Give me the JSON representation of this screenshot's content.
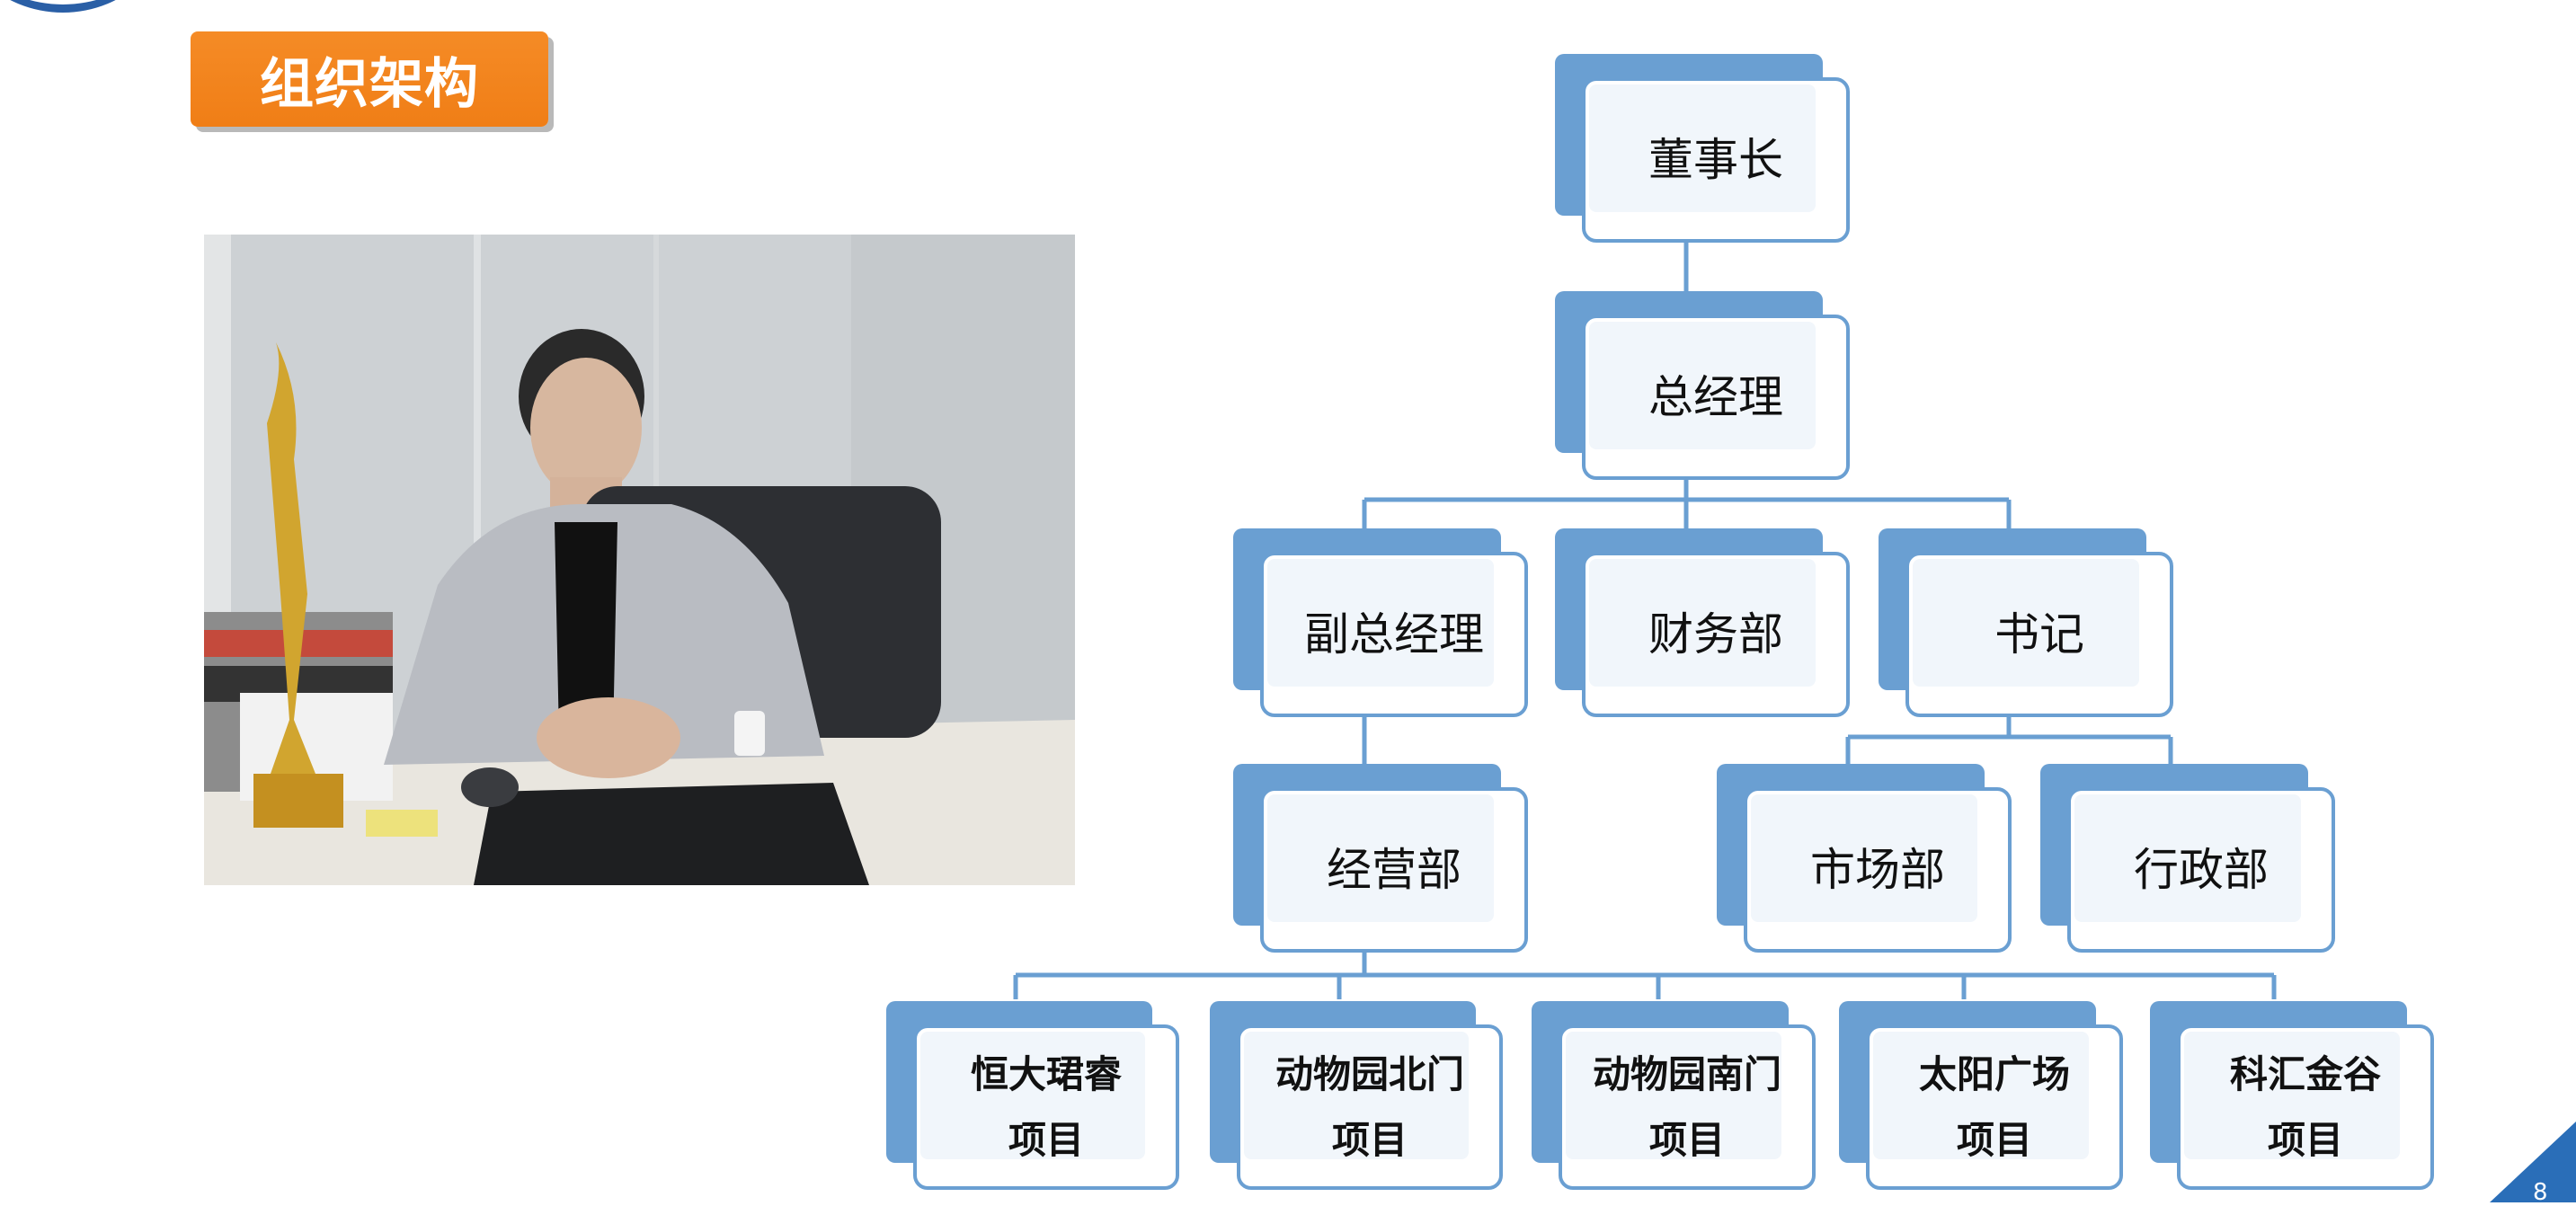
{
  "slide": {
    "title": "组织架构",
    "page_number": "8",
    "accent_color": "#f0801a",
    "diagram_color": "#6a9fd2"
  },
  "photo": {
    "description_icon": "photo-executive-at-desk"
  },
  "org": {
    "chairman": "董事长",
    "general_manager": "总经理",
    "deputy_gm": "副总经理",
    "finance": "财务部",
    "secretary": "书记",
    "operations": "经营部",
    "marketing": "市场部",
    "admin": "行政部",
    "projects": [
      {
        "line1": "恒大珺睿",
        "line2": "项目"
      },
      {
        "line1": "动物园北门",
        "line2": "项目"
      },
      {
        "line1": "动物园南门",
        "line2": "项目"
      },
      {
        "line1": "太阳广场",
        "line2": "项目"
      },
      {
        "line1": "科汇金谷",
        "line2": "项目"
      }
    ]
  }
}
